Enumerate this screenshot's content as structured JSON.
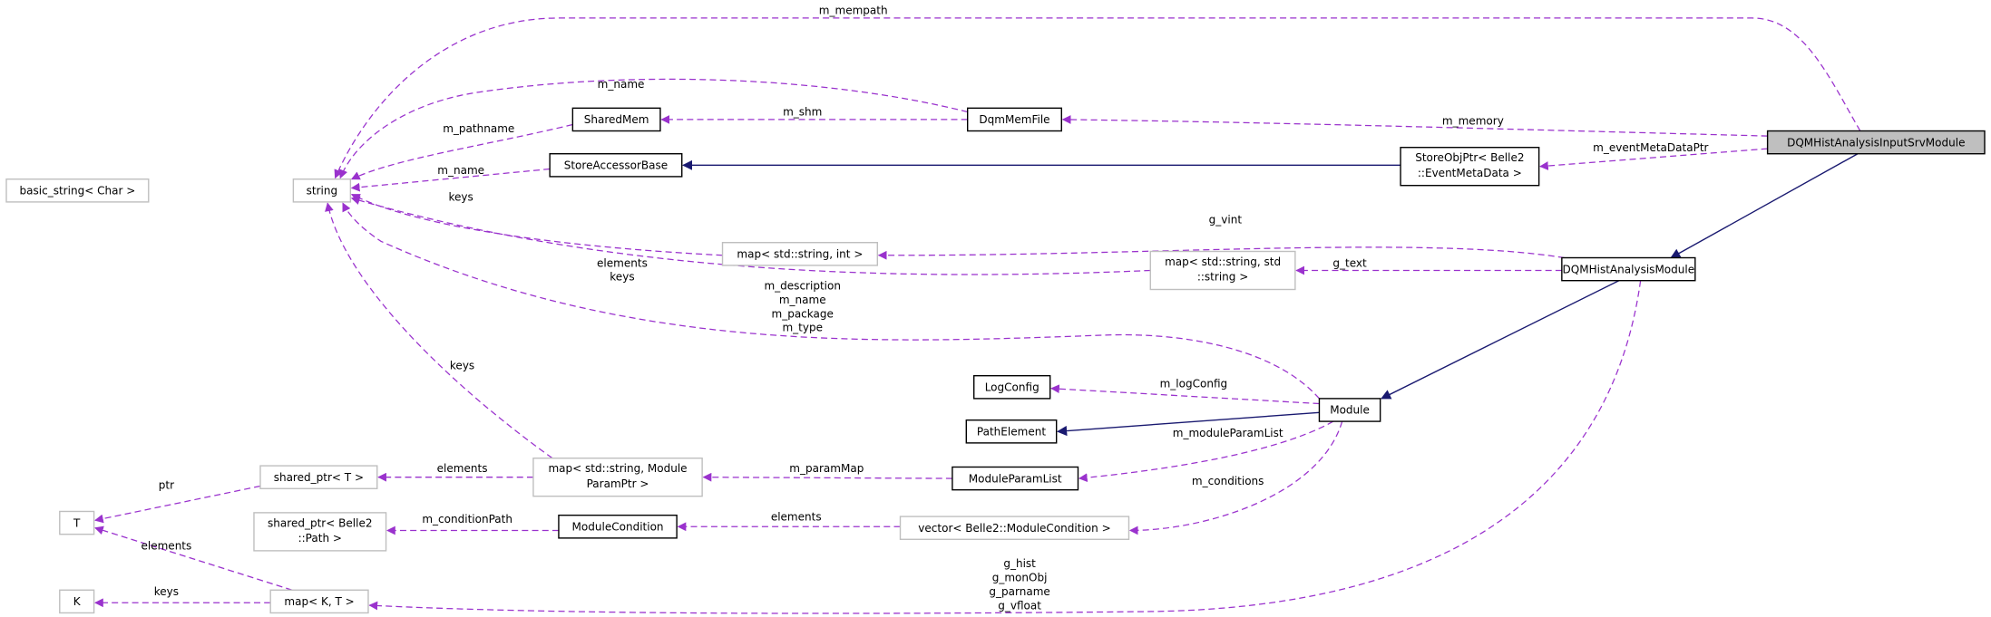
{
  "colors": {
    "usage_edge": "#9a32cd",
    "inheritance_edge": "#191970",
    "focus_node_fill": "#bfbfbf",
    "external_node_border": "#bfbfbf"
  },
  "nodes": {
    "basic_string": [
      "basic_string< Char >"
    ],
    "string": [
      "string"
    ],
    "shared_mem": [
      "SharedMem"
    ],
    "store_accessor_base": [
      "StoreAccessorBase"
    ],
    "map_string_int": [
      "map< std::string, int >"
    ],
    "dqm_mem_file": [
      "DqmMemFile"
    ],
    "store_obj_ptr": [
      "StoreObjPtr< Belle2",
      "::EventMetaData >"
    ],
    "input_srv_module": [
      "DQMHistAnalysisInputSrvModule"
    ],
    "map_string_string": [
      "map< std::string, std",
      "::string >"
    ],
    "dqm_hist_analysis_module": [
      "DQMHistAnalysisModule"
    ],
    "log_config": [
      "LogConfig"
    ],
    "path_element": [
      "PathElement"
    ],
    "module": [
      "Module"
    ],
    "module_param_list": [
      "ModuleParamList"
    ],
    "map_module_param_ptr": [
      "map< std::string, Module",
      "ParamPtr >"
    ],
    "shared_ptr_t": [
      "shared_ptr< T >"
    ],
    "t": [
      "T"
    ],
    "shared_ptr_path": [
      "shared_ptr< Belle2",
      "::Path >"
    ],
    "module_condition": [
      "ModuleCondition"
    ],
    "vector_module_condition": [
      "vector< Belle2::ModuleCondition >"
    ],
    "k": [
      "K"
    ],
    "map_k_t": [
      "map< K, T >"
    ]
  },
  "edge_labels": {
    "m_mempath": "m_mempath",
    "m_name_dqm": "m_name",
    "m_shm": "m_shm",
    "m_memory": "m_memory",
    "m_pathname": "m_pathname",
    "m_name_sab": "m_name",
    "m_event_meta_data_ptr": "m_eventMetaDataPtr",
    "keys_map_int": "keys",
    "g_vint": "g_vint",
    "g_text": "g_text",
    "map_str_str": [
      "elements",
      "keys"
    ],
    "module_strings": [
      "m_description",
      "m_name",
      "m_package",
      "m_type"
    ],
    "keys_param_map": "keys",
    "m_log_config": "m_logConfig",
    "m_module_param_list": "m_moduleParamList",
    "m_conditions": "m_conditions",
    "m_param_map": "m_paramMap",
    "elements_shared_ptr": "elements",
    "ptr": "ptr",
    "elements_vector": "elements",
    "m_condition_path": "m_conditionPath",
    "elements_map_kt": "elements",
    "keys_map_kt": "keys",
    "g_maps": [
      "g_hist",
      "g_monObj",
      "g_parname",
      "g_vfloat"
    ]
  }
}
